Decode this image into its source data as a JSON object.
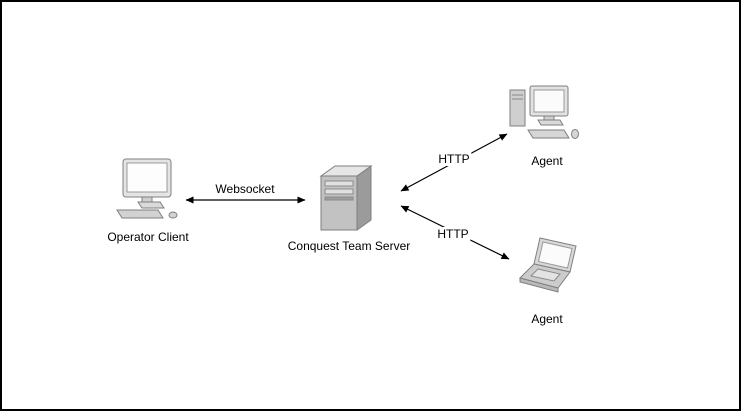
{
  "canvas": {
    "background": "#ffffff",
    "border_color": "#000000"
  },
  "nodes": {
    "operator_client": {
      "label": "Operator Client",
      "icon": "workstation-monitor-icon"
    },
    "team_server": {
      "label": "Conquest Team Server",
      "icon": "server-tower-icon"
    },
    "agent_desktop": {
      "label": "Agent",
      "icon": "desktop-computer-icon"
    },
    "agent_laptop": {
      "label": "Agent",
      "icon": "laptop-icon"
    }
  },
  "edges": {
    "operator_to_server": {
      "label": "Websocket",
      "type": "double-arrow"
    },
    "server_to_agent_desktop": {
      "label": "HTTP",
      "type": "double-arrow"
    },
    "server_to_agent_laptop": {
      "label": "HTTP",
      "type": "double-arrow"
    }
  },
  "colors": {
    "arrow": "#000000",
    "text": "#000000",
    "icon_fill": "#c9c9c9",
    "icon_light": "#e6e6e6",
    "icon_dark": "#9b9b9b",
    "icon_stroke": "#7f7f7f",
    "screen": "#fdfdfd"
  }
}
